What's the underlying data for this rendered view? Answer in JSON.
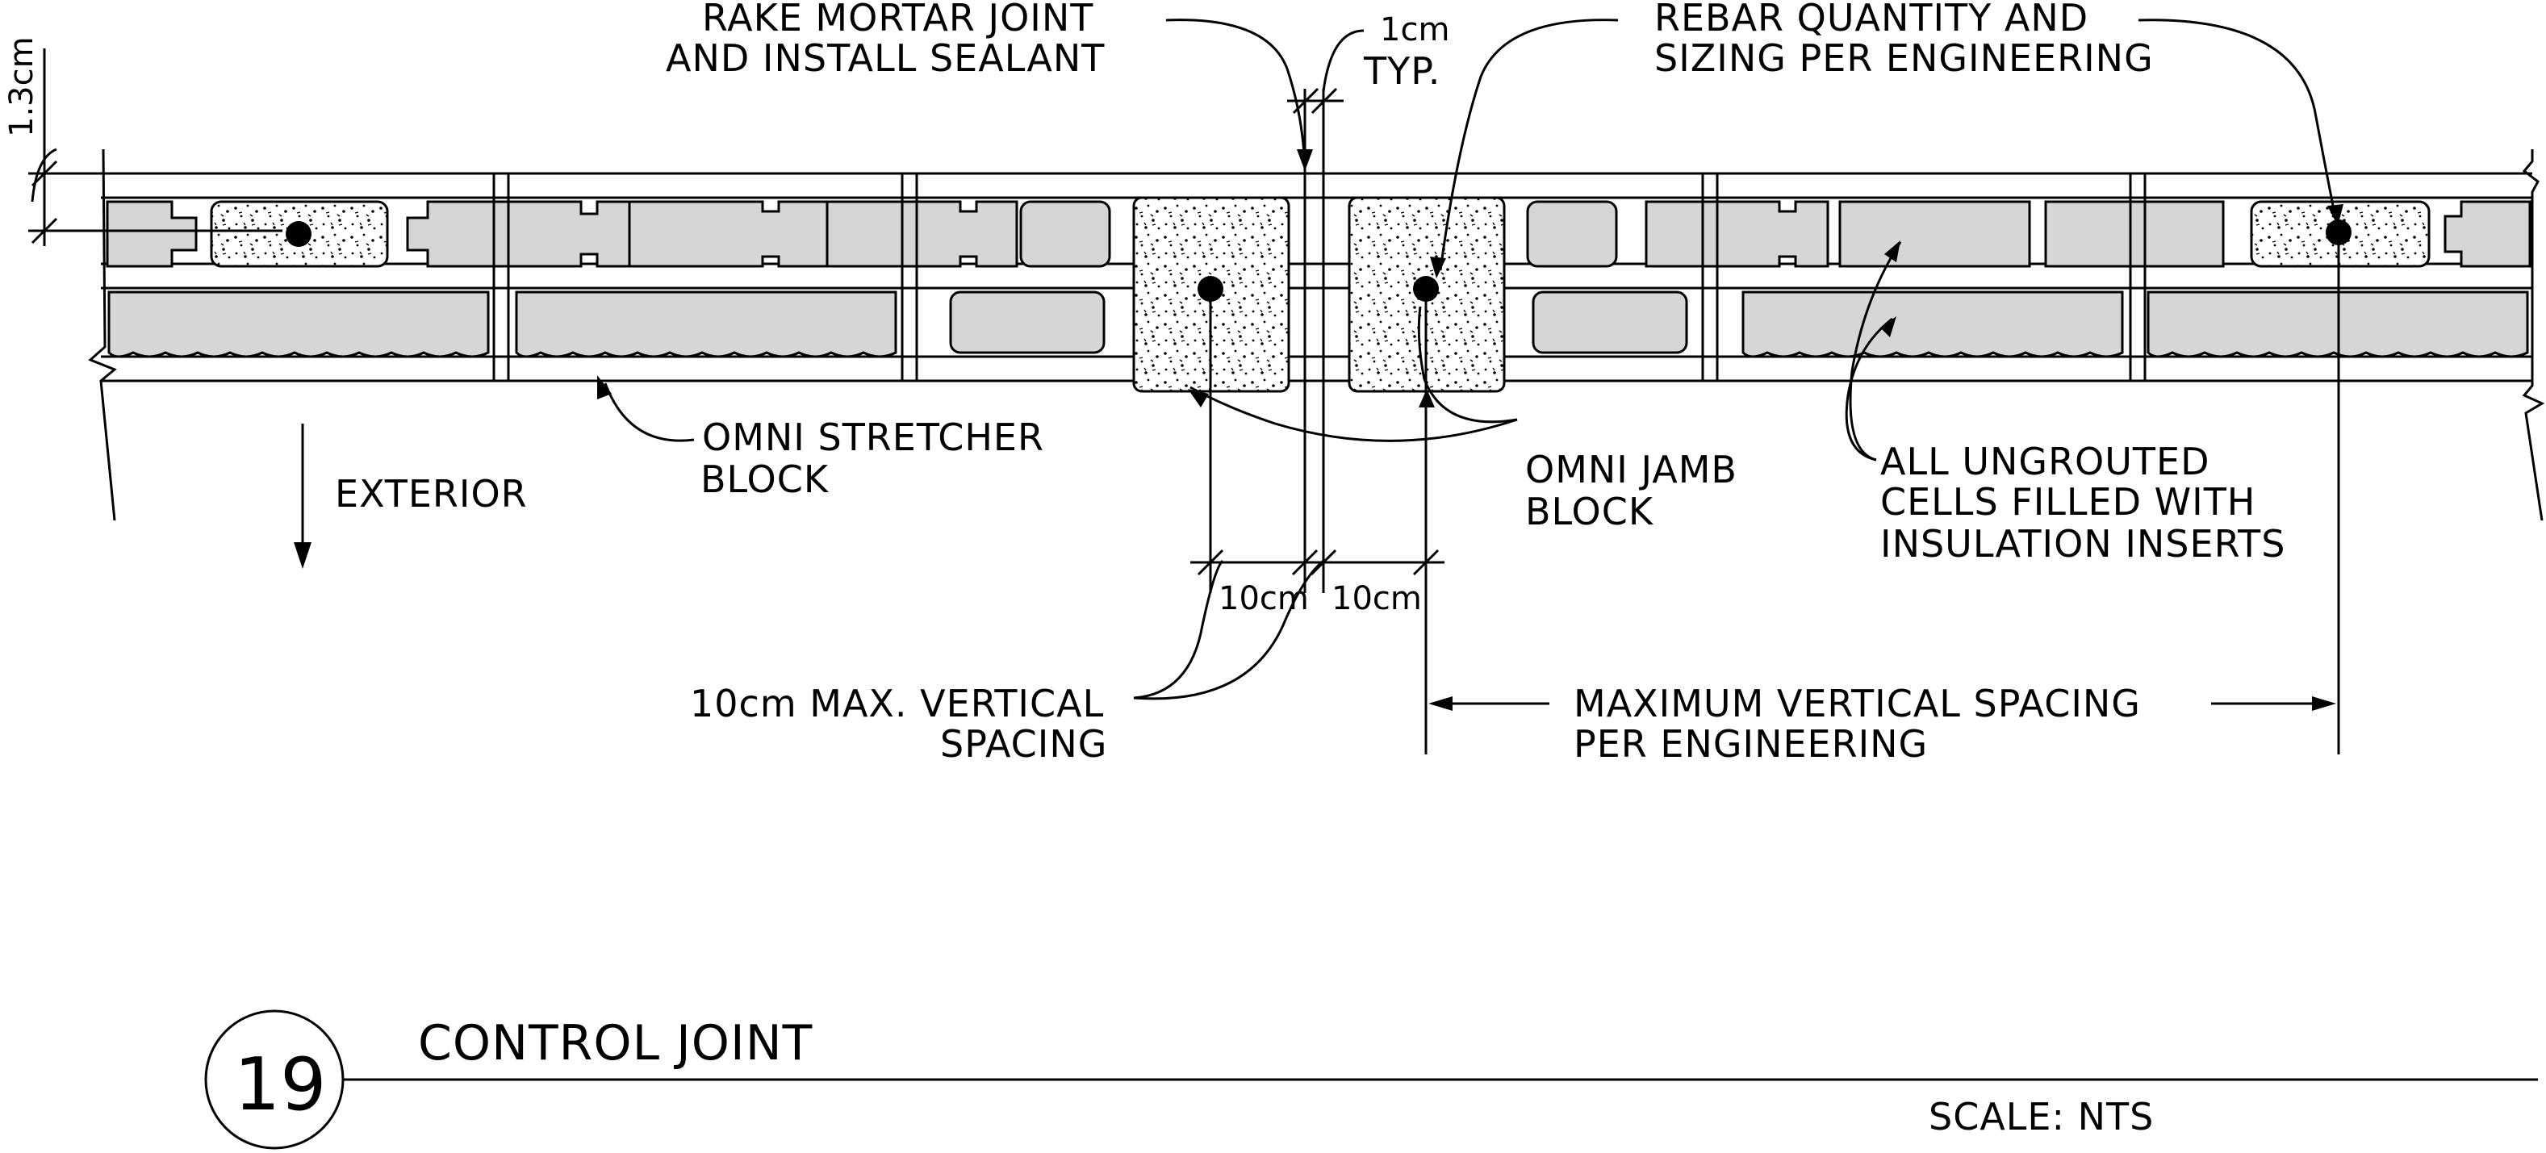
{
  "drawing": {
    "number": "19",
    "title": "CONTROL JOINT",
    "scale": "SCALE: NTS"
  },
  "labels": {
    "rake_mortar_line1": "RAKE MORTAR JOINT",
    "rake_mortar_line2": "AND INSTALL SEALANT",
    "joint_width_line1": "1cm",
    "joint_width_line2": "TYP.",
    "rebar_line1": "REBAR QUANTITY AND",
    "rebar_line2": "SIZING PER ENGINEERING",
    "stretcher_line1": "OMNI STRETCHER",
    "stretcher_line2": "BLOCK",
    "exterior": "EXTERIOR",
    "jamb_line1": "OMNI JAMB",
    "jamb_line2": "BLOCK",
    "insulation_line1": "ALL UNGROUTED",
    "insulation_line2": "CELLS FILLED WITH",
    "insulation_line3": "INSULATION INSERTS",
    "vertical_spacing_line1": "10cm MAX. VERTICAL",
    "vertical_spacing_line2": "SPACING",
    "max_spacing_line1": "MAXIMUM VERTICAL SPACING",
    "max_spacing_line2": "PER ENGINEERING"
  },
  "dimensions": {
    "face_shell": "1.3cm",
    "left_offset": "10cm",
    "right_offset": "10cm"
  },
  "colors": {
    "ink": "#000000",
    "block_fill": "#d6d6d6",
    "background": "#ffffff"
  }
}
